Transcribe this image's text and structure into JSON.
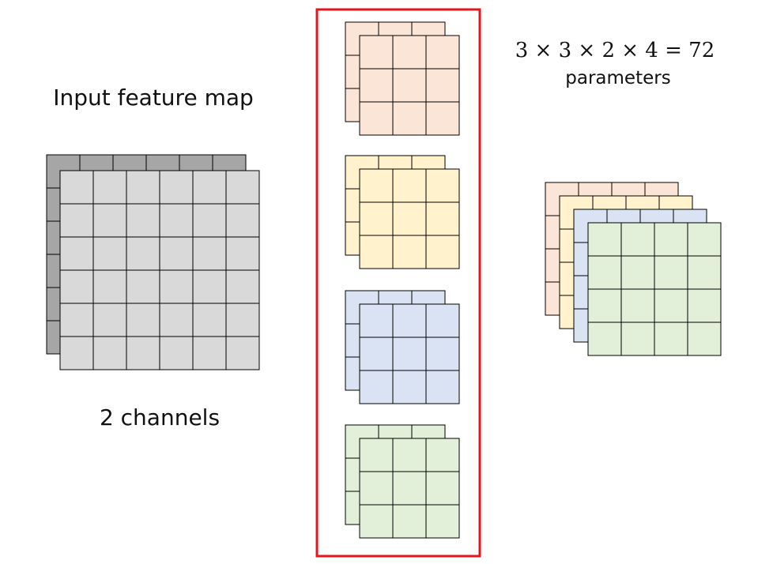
{
  "labels": {
    "input_title": "Input feature map",
    "channels": "2 channels",
    "formula": "3 × 3 × 2 × 4 = 72",
    "parameters": "parameters"
  },
  "colors": {
    "input_back": "#a6a6a6",
    "input_front": "#d9d9d9",
    "kernel_orange": "#fbe5d6",
    "kernel_yellow": "#fff2cc",
    "kernel_blue": "#dae3f3",
    "kernel_green": "#e2f0d9",
    "highlight": "#e8141b",
    "grid_line": "#000000"
  },
  "input_map": {
    "rows": 6,
    "cols": 6,
    "layers": 2
  },
  "kernels": {
    "count": 4,
    "rows": 3,
    "cols": 3,
    "layers": 2,
    "colors": [
      "kernel_orange",
      "kernel_yellow",
      "kernel_blue",
      "kernel_green"
    ]
  },
  "output_map": {
    "rows": 4,
    "cols": 4,
    "layers": [
      "kernel_orange",
      "kernel_yellow",
      "kernel_blue",
      "kernel_green"
    ]
  }
}
